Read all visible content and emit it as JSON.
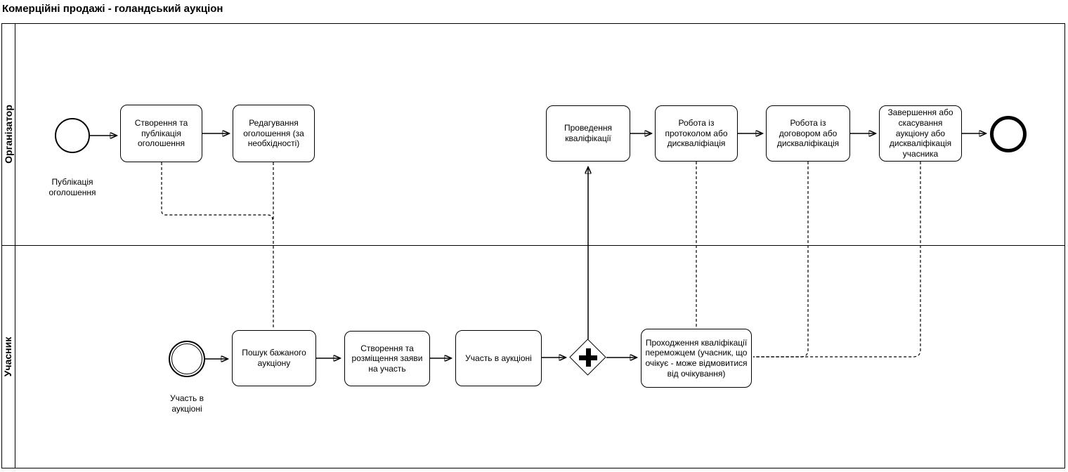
{
  "title": "Комерційні продажі - голандський аукціон",
  "diagram": {
    "type": "bpmn-process",
    "colors": {
      "stroke": "#000000",
      "fill": "#ffffff"
    },
    "lanes": [
      {
        "label": "Організатор"
      },
      {
        "label": "Учасник"
      }
    ],
    "events": [
      {
        "name": "start-event-publish",
        "type": "start",
        "label": "Публікація оголошення",
        "lane": "Організатор"
      },
      {
        "name": "end-event",
        "type": "end",
        "label": "",
        "lane": "Організатор"
      },
      {
        "name": "start-event-participate",
        "type": "start-double",
        "label": "Участь в аукціоні",
        "lane": "Учасник"
      }
    ],
    "gateway": {
      "name": "parallel-gateway",
      "type": "parallel",
      "symbol": "+",
      "lane": "Учасник"
    },
    "tasks": [
      {
        "label": "Створення та публікація оголошення",
        "lane": "Організатор"
      },
      {
        "label": "Редагування оголошення (за необхідності)",
        "lane": "Організатор"
      },
      {
        "label": "Проведення кваліфікації",
        "lane": "Організатор"
      },
      {
        "label": "Робота із протоколом або дискваліфіація",
        "lane": "Організатор"
      },
      {
        "label": "Робота із договором або дискваліфікація",
        "lane": "Організатор"
      },
      {
        "label": "Завершення або скасування аукціону або дискваліфікація учасника",
        "lane": "Організатор"
      },
      {
        "label": "Пошук бажаного аукціону",
        "lane": "Учасник"
      },
      {
        "label": "Створення та розміщення заяви на участь",
        "lane": "Учасник"
      },
      {
        "label": "Участь в аукціоні",
        "lane": "Учасник"
      },
      {
        "label": "Проходження кваліфікації переможцем (учасник, що очікує - може відмовитися від очікування)",
        "lane": "Учасник"
      }
    ]
  }
}
